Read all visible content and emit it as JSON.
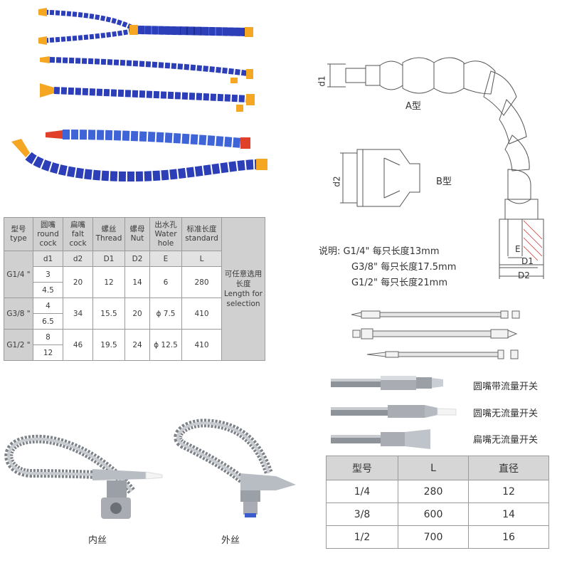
{
  "diagram": {
    "type_a_label": "A型",
    "type_b_label": "B型",
    "d1": "d1",
    "d2": "d2",
    "dim_e": "E",
    "dim_d1": "D1",
    "dim_d2": "D2"
  },
  "note": {
    "title": "说明:",
    "lines": [
      "G1/4\" 每只长度13mm",
      "G3/8\" 每只长度17.5mm",
      "G1/2\" 每只长度21mm"
    ]
  },
  "table1": {
    "headers": [
      {
        "cn": "型号",
        "en": "type"
      },
      {
        "cn": "圆嘴",
        "en": "round cock"
      },
      {
        "cn": "扁嘴",
        "en": "falt cock"
      },
      {
        "cn": "螺丝",
        "en": "Thread"
      },
      {
        "cn": "螺母",
        "en": "Nut"
      },
      {
        "cn": "出水孔",
        "en": "Water hole"
      },
      {
        "cn": "标准长度",
        "en": "standard"
      }
    ],
    "subheaders": [
      "d1",
      "d2",
      "D1",
      "D2",
      "E",
      "L"
    ],
    "selection": "可任意选用长度 Length for selection",
    "groups": [
      {
        "type": "G1/4 \"",
        "d1": [
          "3",
          "4.5"
        ],
        "d2": "20",
        "D1": "12",
        "D2": "14",
        "E": "6",
        "L": "280"
      },
      {
        "type": "G3/8 \"",
        "d1": [
          "4",
          "6.5"
        ],
        "d2": "34",
        "D1": "15.5",
        "D2": "20",
        "E": "ϕ 7.5",
        "L": "410"
      },
      {
        "type": "G1/2 \"",
        "d1": [
          "8",
          "12"
        ],
        "d2": "46",
        "D1": "19.5",
        "D2": "24",
        "E": "ϕ 12.5",
        "L": "410"
      }
    ]
  },
  "products": {
    "labels": [
      "圆嘴带流量开关",
      "圆嘴无流量开关",
      "扁嘴无流量开关"
    ]
  },
  "table2": {
    "headers": [
      "型号",
      "L",
      "直径"
    ],
    "rows": [
      [
        "1/4",
        "280",
        "12"
      ],
      [
        "3/8",
        "600",
        "14"
      ],
      [
        "1/2",
        "700",
        "16"
      ]
    ]
  },
  "photos": {
    "female_label": "内丝",
    "male_label": "外丝"
  },
  "colors": {
    "hose_blue": "#2c3fb8",
    "tip_orange": "#f5a623",
    "tip_red": "#e0402a",
    "metal": "#a9adb3"
  }
}
